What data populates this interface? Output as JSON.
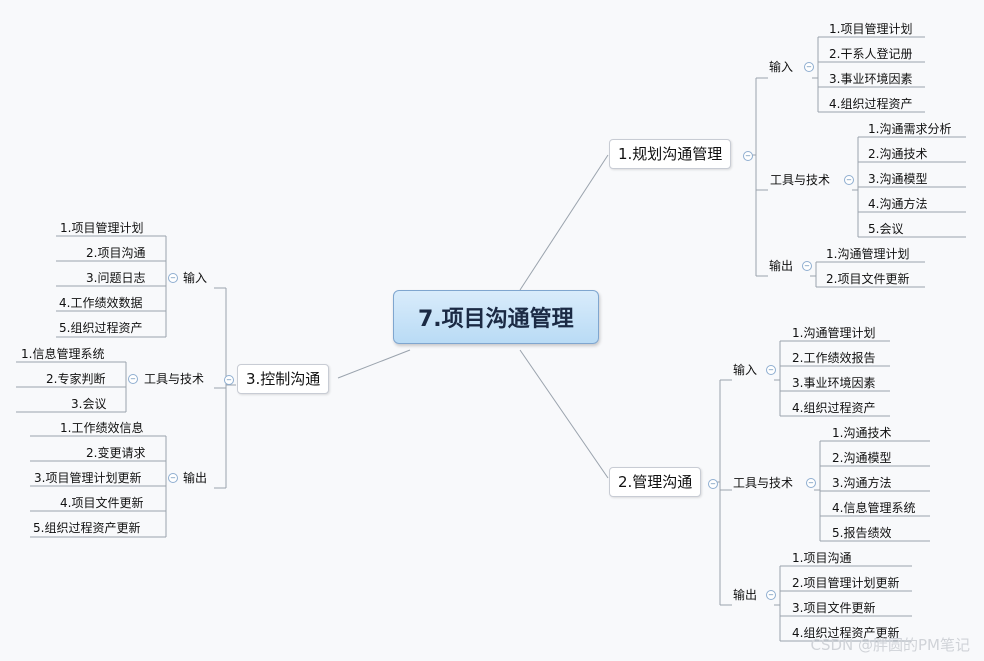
{
  "central": "7.项目沟通管理",
  "branches": {
    "plan": {
      "title": "1.规划沟通管理",
      "input": {
        "label": "输入",
        "items": [
          "1.项目管理计划",
          "2.干系人登记册",
          "3.事业环境因素",
          "4.组织过程资产"
        ]
      },
      "tools": {
        "label": "工具与技术",
        "items": [
          "1.沟通需求分析",
          "2.沟通技术",
          "3.沟通模型",
          "4.沟通方法",
          "5.会议"
        ]
      },
      "output": {
        "label": "输出",
        "items": [
          "1.沟通管理计划",
          "2.项目文件更新"
        ]
      }
    },
    "manage": {
      "title": "2.管理沟通",
      "input": {
        "label": "输入",
        "items": [
          "1.沟通管理计划",
          "2.工作绩效报告",
          "3.事业环境因素",
          "4.组织过程资产"
        ]
      },
      "tools": {
        "label": "工具与技术",
        "items": [
          "1.沟通技术",
          "2.沟通模型",
          "3.沟通方法",
          "4.信息管理系统",
          "5.报告绩效"
        ]
      },
      "output": {
        "label": "输出",
        "items": [
          "1.项目沟通",
          "2.项目管理计划更新",
          "3.项目文件更新",
          "4.组织过程资产更新"
        ]
      }
    },
    "control": {
      "title": "3.控制沟通",
      "input": {
        "label": "输入",
        "items": [
          "1.项目管理计划",
          "2.项目沟通",
          "3.问题日志",
          "4.工作绩效数据",
          "5.组织过程资产"
        ]
      },
      "tools": {
        "label": "工具与技术",
        "items": [
          "1.信息管理系统",
          "2.专家判断",
          "3.会议"
        ]
      },
      "output": {
        "label": "输出",
        "items": [
          "1.工作绩效信息",
          "2.变更请求",
          "3.项目管理计划更新",
          "4.项目文件更新",
          "5.组织过程资产更新"
        ]
      }
    }
  },
  "watermark": "CSDN @胖圆的PM笔记",
  "colors": {
    "line": "#9aa3ad",
    "central_fill": "#c6e2f8",
    "central_border": "#7fa6cf"
  }
}
